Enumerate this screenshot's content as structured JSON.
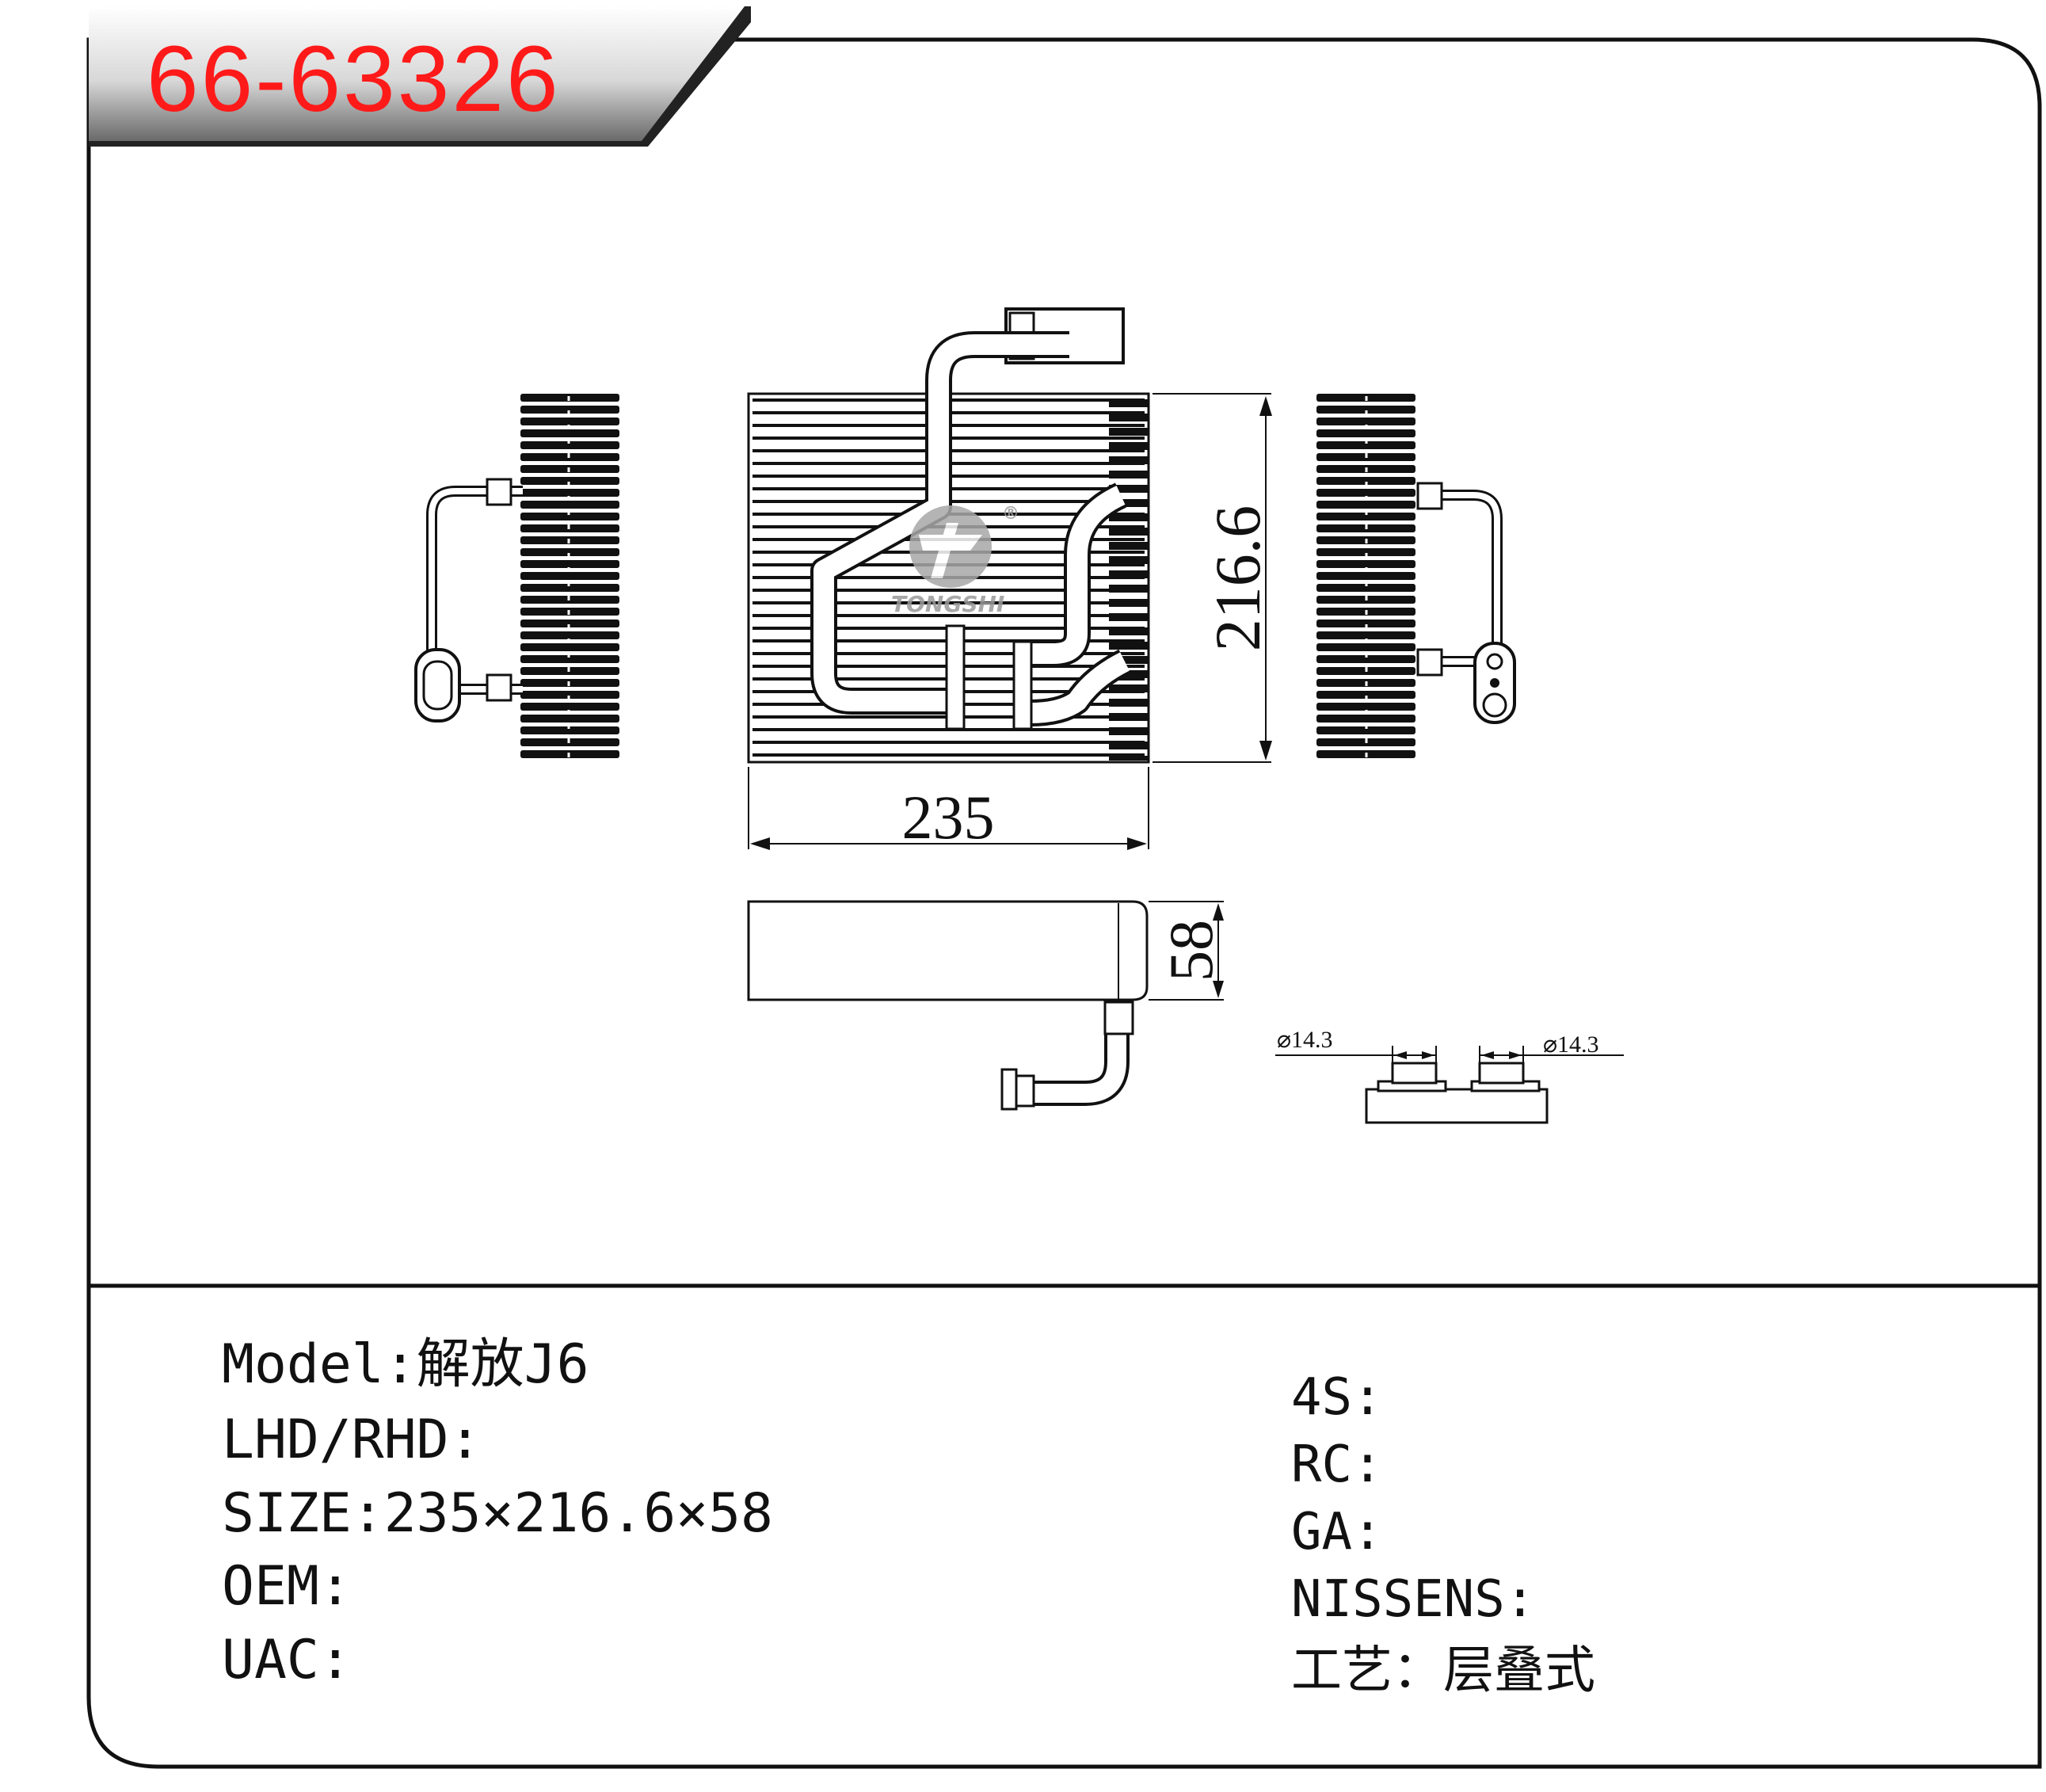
{
  "header": {
    "part_number": "66-63326"
  },
  "drawing": {
    "dimensions": {
      "width": "235",
      "height": "216.6",
      "depth": "58",
      "port_left": "⌀14.3",
      "port_right": "⌀14.3"
    },
    "logo": {
      "brand": "TONGSHI",
      "registered_mark": "®"
    }
  },
  "specs": {
    "left": [
      {
        "label": "Model",
        "sep": ":",
        "value": "解放J6"
      },
      {
        "label": "LHD/RHD",
        "sep": ":",
        "value": ""
      },
      {
        "label": "SIZE",
        "sep": ":",
        "value": "235×216.6×58"
      },
      {
        "label": "OEM",
        "sep": ":",
        "value": ""
      },
      {
        "label": "UAC",
        "sep": ":",
        "value": ""
      }
    ],
    "right": [
      {
        "label": "4S",
        "sep": ":",
        "value": ""
      },
      {
        "label": "RC",
        "sep": ":",
        "value": ""
      },
      {
        "label": "GA",
        "sep": ":",
        "value": ""
      },
      {
        "label": "NISSENS",
        "sep": ":",
        "value": ""
      },
      {
        "label": "工艺",
        "sep": "：",
        "value": "层叠式"
      }
    ]
  }
}
